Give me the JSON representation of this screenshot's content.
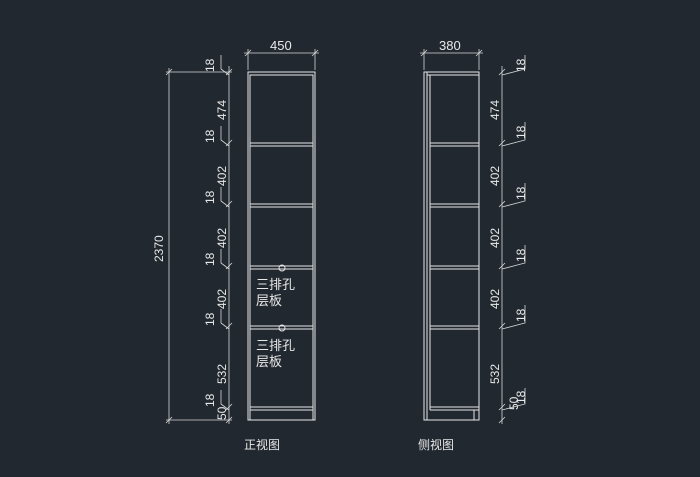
{
  "front": {
    "width": "450",
    "total": "2370",
    "segments": [
      "18",
      "474",
      "18",
      "402",
      "18",
      "402",
      "18",
      "402",
      "18",
      "532",
      "18",
      "50"
    ],
    "board_label_1": "三排孔",
    "board_label_2": "层板",
    "board_label_3": "三排孔",
    "board_label_4": "层板",
    "caption": "正视图"
  },
  "side": {
    "width": "380",
    "segments": [
      "18",
      "474",
      "18",
      "402",
      "18",
      "402",
      "18",
      "402",
      "18",
      "532",
      "18",
      "50"
    ],
    "caption": "侧视图"
  },
  "colors": {
    "background": "#212830",
    "lines": "#e6e6e6"
  }
}
